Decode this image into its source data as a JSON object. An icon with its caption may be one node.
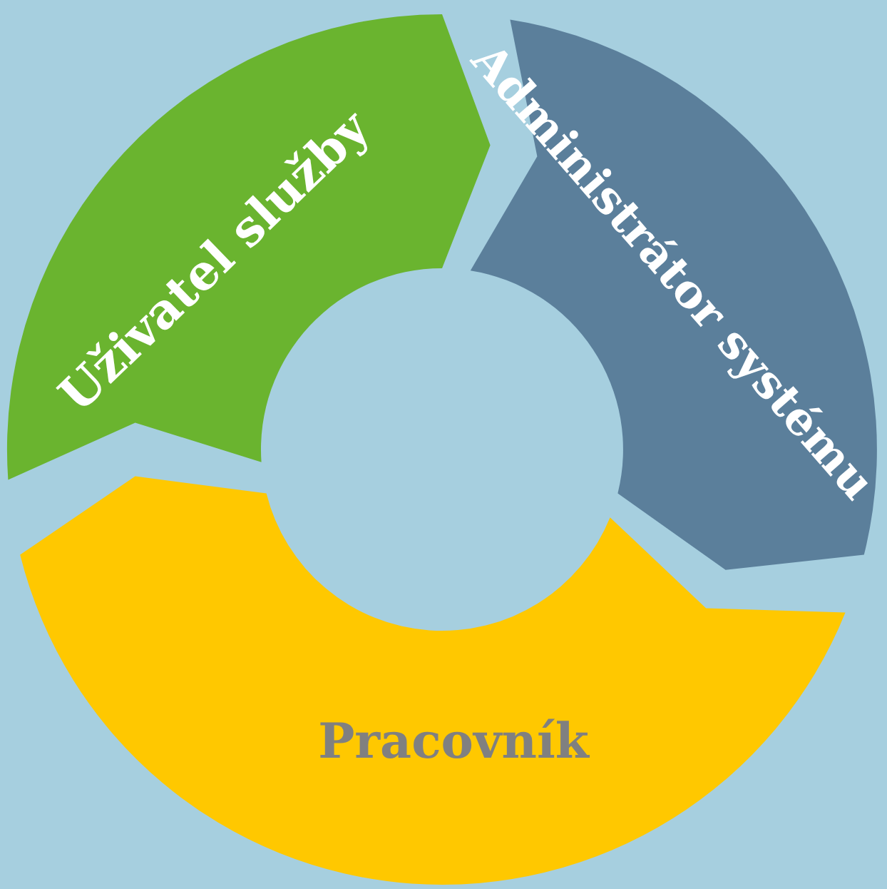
{
  "diagram": {
    "nodes": [
      {
        "text": [
          "Uživatel služby"
        ]
      },
      {
        "text": [
          "Administrátor systému"
        ]
      },
      {
        "text": [
          "Pracovník"
        ]
      }
    ]
  }
}
